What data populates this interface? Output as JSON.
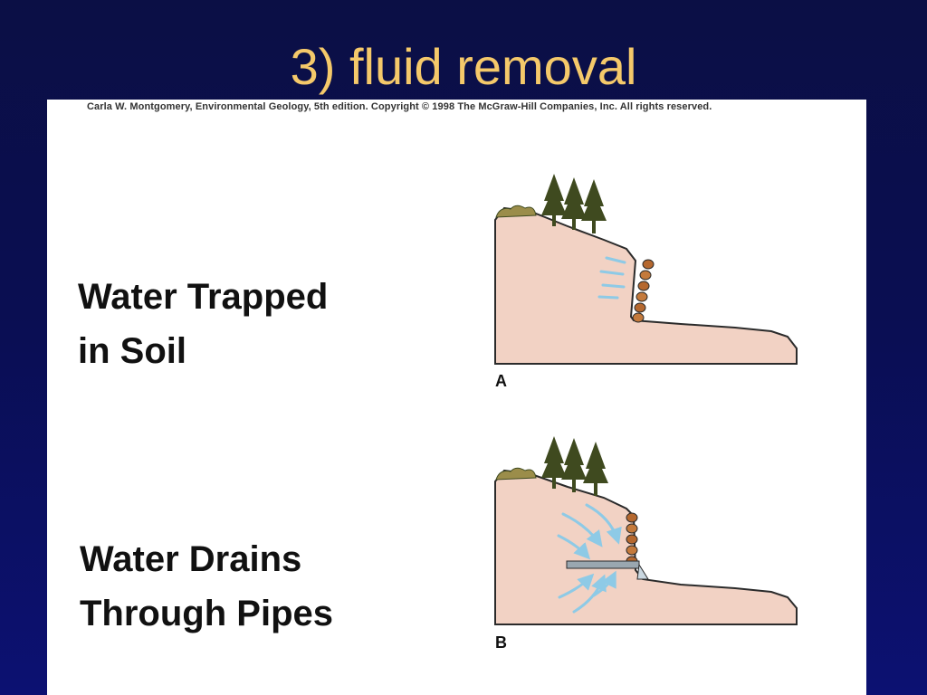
{
  "slide": {
    "title": "3) fluid removal"
  },
  "figure": {
    "credit": "Carla W. Montgomery, Environmental Geology, 5th edition. Copyright © 1998 The McGraw-Hill Companies, Inc. All rights reserved.",
    "panel_a": {
      "label_line1": "Water Trapped",
      "label_line2": "in Soil",
      "letter": "A"
    },
    "panel_b": {
      "label_line1": "Water Drains",
      "label_line2": "Through Pipes",
      "letter": "B"
    },
    "colors": {
      "soil": "#f2d2c4",
      "water_arrows": "#8ecae6",
      "trees": "#3f4a1f",
      "retaining_wall": "#b5682f",
      "pipe": "#9aa7b0",
      "background": "#0b0f45",
      "title": "#f5c96a"
    }
  }
}
